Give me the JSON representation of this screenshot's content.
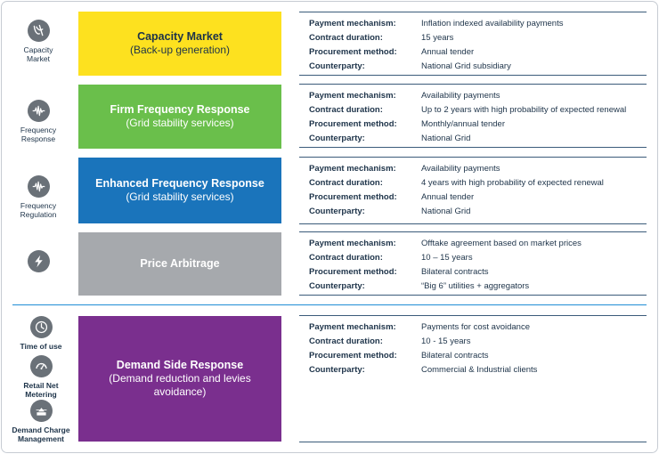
{
  "rows": [
    {
      "icon": "pulse-icon",
      "icon_label": "Capacity\nMarket",
      "title": "Capacity Market",
      "subtitle": "(Back-up generation)",
      "box_color": "#fde11f",
      "text_color": "#1d3349",
      "details": [
        {
          "key": "Payment mechanism:",
          "value": "Inflation indexed availability payments"
        },
        {
          "key": "Contract duration:",
          "value": "15 years"
        },
        {
          "key": "Procurement method:",
          "value": "Annual tender"
        },
        {
          "key": "Counterparty:",
          "value": "National Grid subsidiary"
        }
      ]
    },
    {
      "icon": "waveform-icon",
      "icon_label": "Frequency\nResponse",
      "title": "Firm Frequency Response",
      "subtitle": "(Grid stability services)",
      "box_color": "#6abf4b",
      "text_color": "#ffffff",
      "details": [
        {
          "key": "Payment mechanism:",
          "value": "Availability payments"
        },
        {
          "key": "Contract duration:",
          "value": "Up to 2 years with high probability of expected renewal"
        },
        {
          "key": "Procurement method:",
          "value": "Monthly/annual tender"
        },
        {
          "key": "Counterparty:",
          "value": "National Grid"
        }
      ]
    },
    {
      "icon": "waveform-icon",
      "icon_label": "Frequency\nRegulation",
      "title": "Enhanced Frequency Response",
      "subtitle": "(Grid stability services)",
      "box_color": "#1a74bb",
      "text_color": "#ffffff",
      "details": [
        {
          "key": "Payment mechanism:",
          "value": "Availability payments"
        },
        {
          "key": "Contract duration:",
          "value": "4 years with high probability of expected renewal"
        },
        {
          "key": "Procurement method:",
          "value": "Annual tender"
        },
        {
          "key": "Counterparty:",
          "value": "National Grid"
        }
      ]
    },
    {
      "icon": "lightning-icon",
      "icon_label": "",
      "title": "Price Arbitrage",
      "subtitle": "",
      "box_color": "#a6a9ad",
      "text_color": "#ffffff",
      "details": [
        {
          "key": "Payment mechanism:",
          "value": "Offtake agreement based on market prices"
        },
        {
          "key": "Contract duration:",
          "value": "10 – 15 years"
        },
        {
          "key": "Procurement method:",
          "value": "Bilateral contracts"
        },
        {
          "key": "Counterparty:",
          "value": "“Big 6” utilities + aggregators"
        }
      ]
    }
  ],
  "demand": {
    "icons": [
      {
        "icon": "clock-icon",
        "label": "Time of use"
      },
      {
        "icon": "gauge-icon",
        "label": "Retail Net\nMetering"
      },
      {
        "icon": "cap-icon",
        "label": "Demand Charge\nManagement"
      }
    ],
    "title": "Demand Side Response",
    "subtitle": "(Demand reduction and levies\navoidance)",
    "box_color": "#7a2f8e",
    "text_color": "#ffffff",
    "details": [
      {
        "key": "Payment mechanism:",
        "value": "Payments for cost avoidance"
      },
      {
        "key": "Contract duration:",
        "value": "10 - 15 years"
      },
      {
        "key": "Procurement method:",
        "value": "Bilateral contracts"
      },
      {
        "key": "Counterparty:",
        "value": "Commercial & Industrial clients"
      }
    ]
  }
}
